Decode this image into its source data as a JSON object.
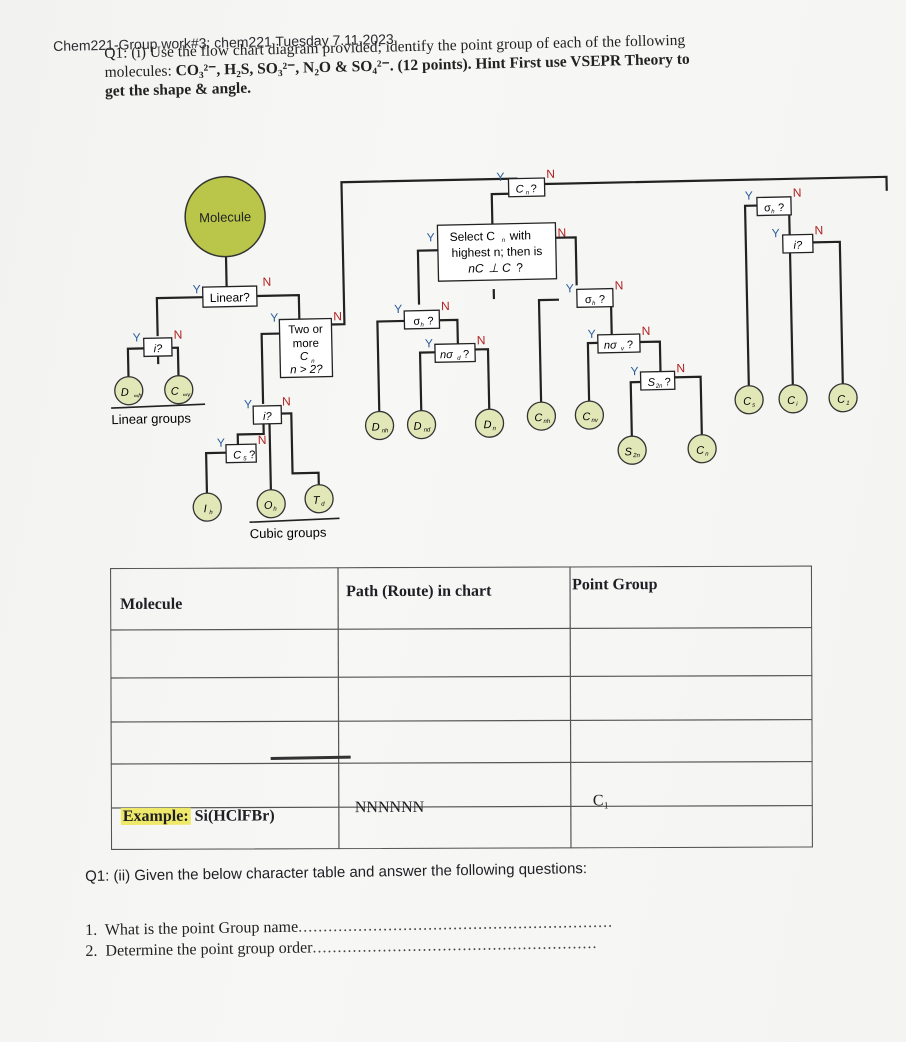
{
  "header": {
    "course_line": "Chem221-Group work#3: chem221 Tuesday 7.11.2023"
  },
  "question1": {
    "prefix": "Q1: (i) Use the flow chart diagram provided; identify the point group of each of the following molecules: ",
    "molecules": "CO₃²⁻, H₂S, SO₃²⁻, N₂O & SO₄²⁻.",
    "points": " (12 points).",
    "hint": " Hint First use VSEPR Theory to get the shape & angle."
  },
  "flowchart": {
    "start": "Molecule",
    "linear_q": "Linear?",
    "two_or_more": [
      "Two or",
      "more",
      "C",
      "n > 2?"
    ],
    "select_cn": [
      "Select C",
      "with",
      "highest n; then is",
      "nC",
      " ⊥ C",
      "?"
    ],
    "cn_q": "C",
    "sigma_h": "σ",
    "n_sigma_d": "nσ",
    "n_sigma_v": "nσ",
    "s2n_q": "S",
    "i_q": "i?",
    "c2_q": "C",
    "yes": "Y",
    "no": "N",
    "question_mark": "?",
    "linear_groups": "Linear groups",
    "cubic_groups": "Cubic groups",
    "groups": {
      "dinfh": "D",
      "cinfv": "C",
      "ih": "I",
      "oh": "O",
      "td": "T",
      "dnh": "D",
      "dnd": "D",
      "dn": "D",
      "cnh": "C",
      "cnv": "C",
      "s2n": "S",
      "cn": "C",
      "cs": "C",
      "ci": "C",
      "c1": "C"
    }
  },
  "table": {
    "headers": [
      "Molecule",
      "Path (Route) in chart",
      "Point Group"
    ],
    "example": {
      "molecule_label": "Example:",
      "molecule": " Si(HClFBr)",
      "path": "NNNNNN",
      "point_group": "C₁"
    }
  },
  "question2": {
    "title": "Q1: (ii) Given the below character table and answer the following questions:",
    "items": [
      {
        "num": "1.",
        "text": "What is the point Group name",
        "dots": "..............................................................."
      },
      {
        "num": "2.",
        "text": "Determine the point group order",
        "dots": "........................................................."
      }
    ]
  }
}
